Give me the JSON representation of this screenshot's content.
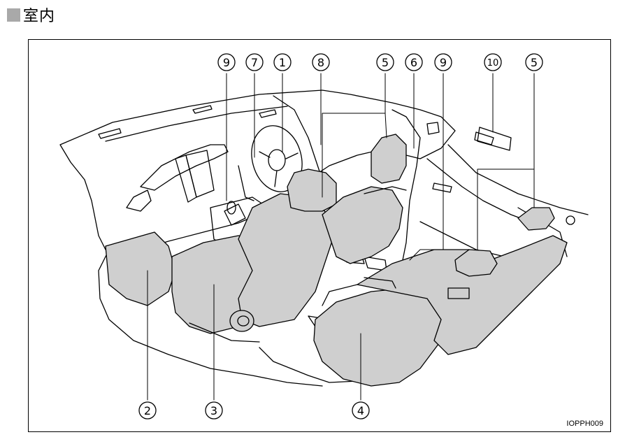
{
  "heading": {
    "text": "室内"
  },
  "figure": {
    "code": "IOPPH009",
    "callouts": {
      "c1": "1",
      "c2": "2",
      "c3": "3",
      "c4": "4",
      "c5a": "5",
      "c5b": "5",
      "c6": "6",
      "c7": "7",
      "c8": "8",
      "c9a": "9",
      "c9b": "9",
      "c10": "10"
    }
  }
}
